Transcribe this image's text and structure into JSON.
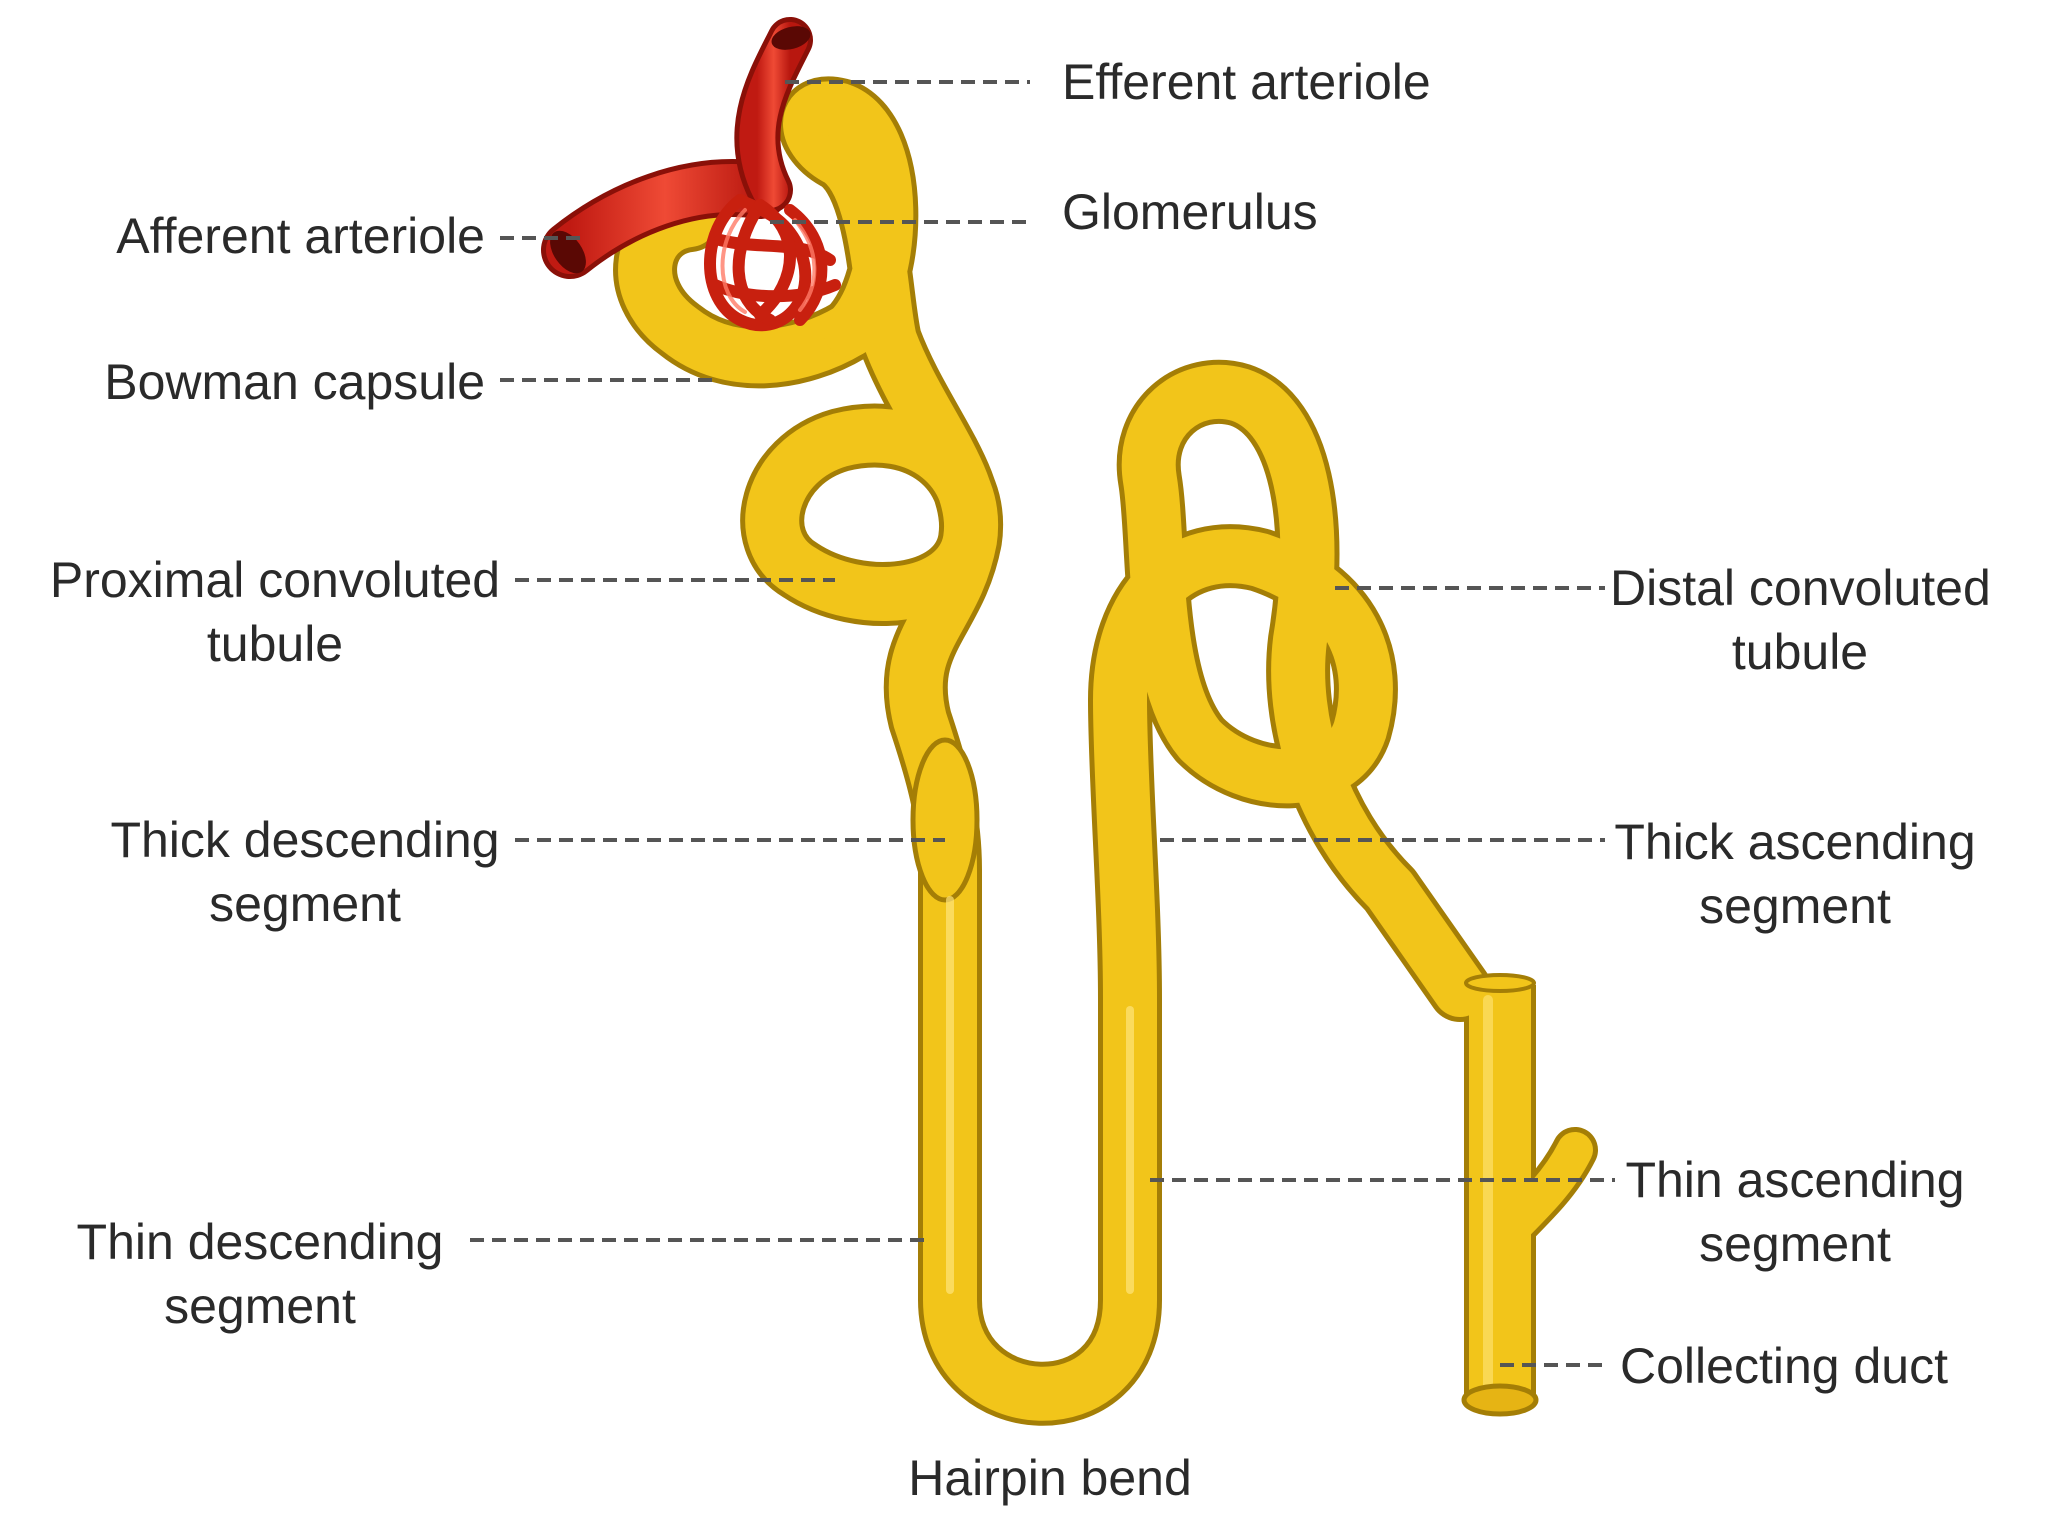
{
  "labels": {
    "efferent_arteriole": "Efferent arteriole",
    "glomerulus": "Glomerulus",
    "afferent_arteriole": "Afferent arteriole",
    "bowman_capsule": "Bowman capsule",
    "proximal_convoluted_tubule": {
      "line1": "Proximal convoluted",
      "line2": "tubule"
    },
    "distal_convoluted_tubule": {
      "line1": "Distal convoluted",
      "line2": "tubule"
    },
    "thick_descending_segment": {
      "line1": "Thick descending",
      "line2": "segment"
    },
    "thick_ascending_segment": {
      "line1": "Thick ascending",
      "line2": "segment"
    },
    "thin_ascending_segment": {
      "line1": "Thin ascending",
      "line2": "segment"
    },
    "thin_descending_segment": {
      "line1": "Thin descending",
      "line2": "segment"
    },
    "collecting_duct": "Collecting duct",
    "hairpin_bend": "Hairpin bend"
  },
  "colors": {
    "tubule": "#f2c51a",
    "tubule_outline": "#a47e06",
    "tubule_highlight": "#ffe47a",
    "vessel": "#d8281c",
    "vessel_dark": "#7a0d08",
    "vessel_highlight": "#ff8a7a",
    "leader_line": "#555555"
  }
}
